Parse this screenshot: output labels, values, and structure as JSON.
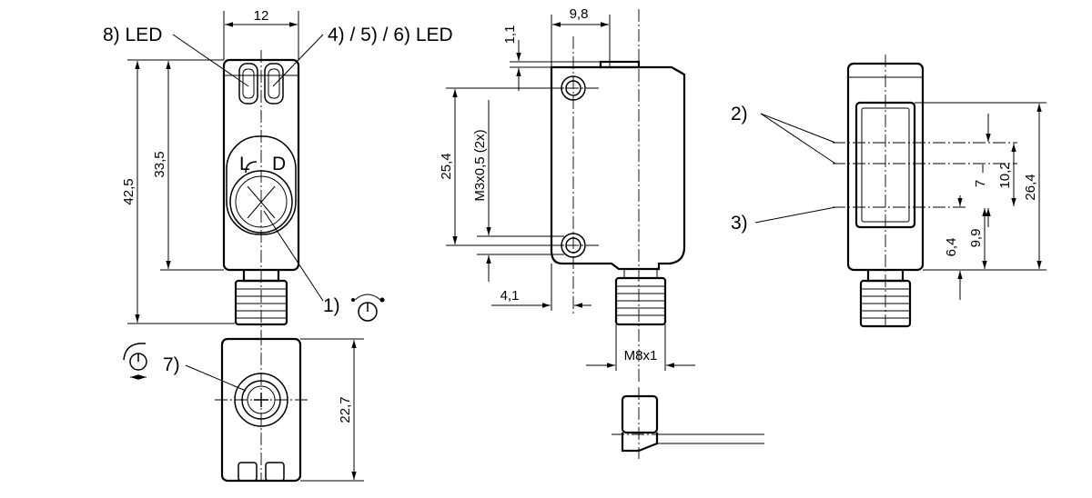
{
  "labels": {
    "led_8": "8) LED",
    "led_456": "4) / 5) / 6) LED",
    "item_1": "1)",
    "item_2": "2)",
    "item_3": "3)",
    "item_7": "7)",
    "pot_L": "L",
    "pot_D": "D"
  },
  "dimensions": {
    "front_width": "12",
    "front_height_total": "42,5",
    "front_height_body": "33,5",
    "bottom_height": "22,7",
    "side_width": "9,8",
    "side_top_offset": "1,1",
    "side_hole_spacing": "25,4",
    "side_thread": "M3x0,5 (2x)",
    "side_hole_offset": "4,1",
    "connector_thread": "M8x1",
    "lens_height": "26,4",
    "lens_spacing": "10,2",
    "lens_7": "7",
    "lens_9_9": "9,9",
    "lens_6_4": "6,4"
  },
  "icons": {
    "adjust_icon": "potentiometer-adjust-icon",
    "rotate_icon": "rotate-dial-icon"
  }
}
